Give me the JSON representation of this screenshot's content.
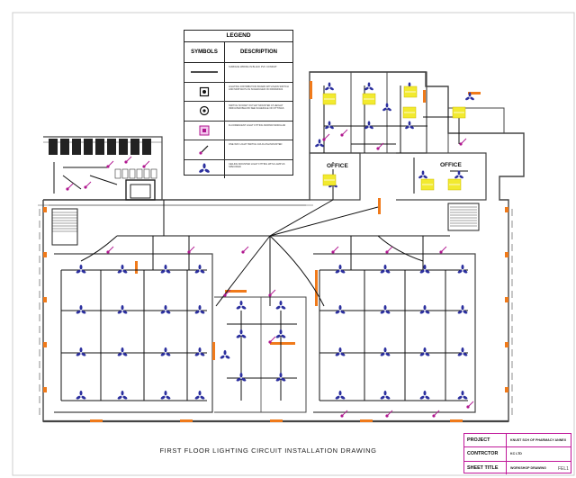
{
  "legend": {
    "heading": "LEGEND",
    "col_symbols": "SYMBOLS",
    "col_description": "DESCRIPTION",
    "rows": [
      {
        "icon": "line-icon",
        "text": "SURFACE WIRING IN BLACK PVC CONDUIT"
      },
      {
        "icon": "distribution-board-icon",
        "text": "LIGHTING DISTRIBUTION BOARD WITH MAIN SWITCH AND MCB WAYS AS SCHEDULED ON DRAWINGS"
      },
      {
        "icon": "switch-socket-icon",
        "text": "SWITCH SOCKET OUTLET MOUNTED AT HEIGHT INDICATED BELOW SEE SCHEDULE OF FITTINGS"
      },
      {
        "icon": "fluorescent-fitting-icon",
        "text": "FLUORESCENT LIGHT FITTING 600X600 MODULAR"
      },
      {
        "icon": "one-way-switch-icon",
        "text": "ONE WAY LIGHT SWITCH 10A FLUSH MOUNTED"
      },
      {
        "icon": "ceiling-light-icon",
        "text": "CEILING MOUNTED LIGHT FITTING WITH LAMP AS SPECIFIED"
      }
    ]
  },
  "rooms": {
    "office_1": "OFFICE",
    "office_2": "OFFICE"
  },
  "drawing_title": "FIRST FLOOR LIGHTING CIRCUIT INSTALLATION DRAWING",
  "title_block": {
    "project_label": "PROJECT",
    "project_value": "KNUST SCH OF PHARMACY ANNEX",
    "contractor_label": "CONTRCTOR",
    "contractor_value": "KC LTD",
    "sheet_title_label": "SHEET TITLE",
    "sheet_title_value": "WORKSHOP DRAWING"
  },
  "sheet_number": "FEL1",
  "colors": {
    "wall": "#444444",
    "accent": "#f07a1a",
    "fitting": "#2b2f9e",
    "switch": "#b0178f",
    "lamp": "#f2ea2f",
    "wiring": "#111111",
    "title_border": "#c0189a"
  }
}
